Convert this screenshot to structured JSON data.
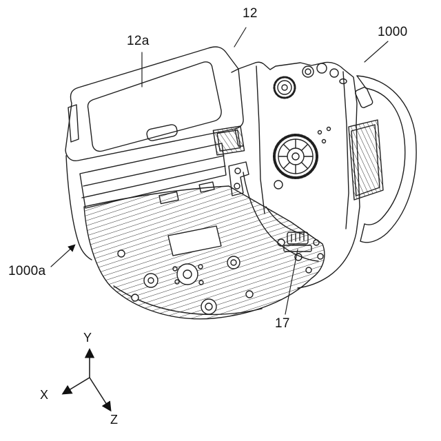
{
  "figure": {
    "background": "#ffffff",
    "line_color": "#1f1f1f",
    "labels": {
      "l12": "12",
      "l12a": "12a",
      "l1000": "1000",
      "l1000a": "1000a",
      "l17": "17"
    },
    "axes": {
      "x": "X",
      "y": "Y",
      "z": "Z"
    }
  }
}
